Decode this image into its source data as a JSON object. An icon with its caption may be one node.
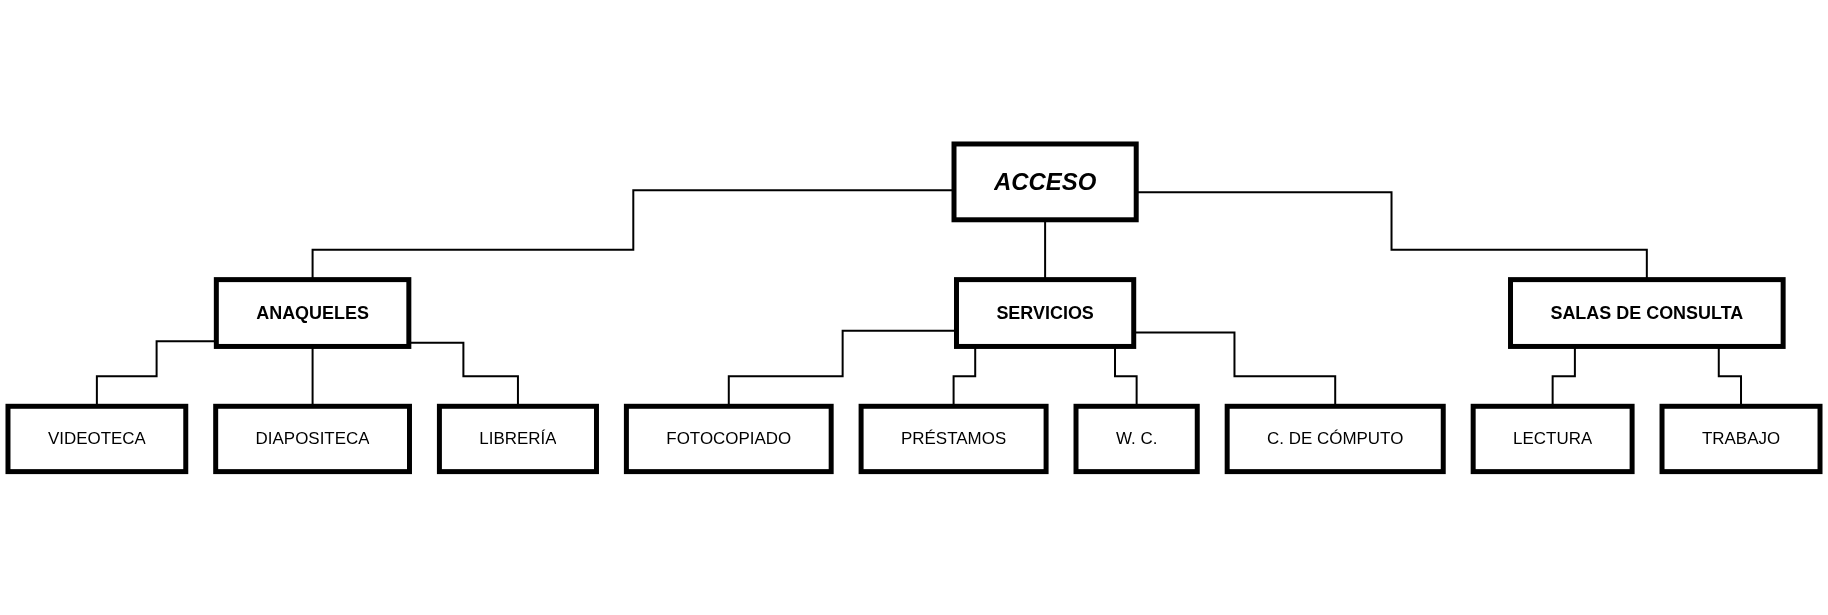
{
  "diagram": {
    "nodes": [
      {
        "text": [
          "ACCESO"
        ]
      },
      {
        "text": [
          "ANAQUELES"
        ]
      },
      {
        "text": [
          "SERVICIOS"
        ]
      },
      {
        "text": [
          "SALAS DE CONSULTA"
        ]
      },
      {
        "text": [
          "VIDEOTECA"
        ]
      },
      {
        "text": [
          "DIAPOSITECA"
        ]
      },
      {
        "text": [
          "LIBRERÍA"
        ]
      },
      {
        "text": [
          "FOTOCOPIADO"
        ]
      },
      {
        "text": [
          "PRÉSTAMOS"
        ]
      },
      {
        "text": [
          "W. C."
        ]
      },
      {
        "text": [
          "C. DE CÓMPUTO"
        ]
      },
      {
        "text": [
          "LECTURA"
        ]
      },
      {
        "text": [
          "TRABAJO"
        ]
      }
    ],
    "edges": [
      {
        "from": 0,
        "to": 1,
        "arrow": "none"
      },
      {
        "from": 0,
        "to": 2,
        "arrow": "none"
      },
      {
        "from": 0,
        "to": 3,
        "arrow": "none"
      },
      {
        "from": 1,
        "to": 4,
        "arrow": "none"
      },
      {
        "from": 1,
        "to": 5,
        "arrow": "none"
      },
      {
        "from": 1,
        "to": 6,
        "arrow": "none"
      },
      {
        "from": 2,
        "to": 7,
        "arrow": "none"
      },
      {
        "from": 2,
        "to": 8,
        "arrow": "none"
      },
      {
        "from": 2,
        "to": 9,
        "arrow": "none"
      },
      {
        "from": 2,
        "to": 10,
        "arrow": "none"
      },
      {
        "from": 3,
        "to": 11,
        "arrow": "none"
      },
      {
        "from": 3,
        "to": 12,
        "arrow": "none"
      }
    ]
  }
}
